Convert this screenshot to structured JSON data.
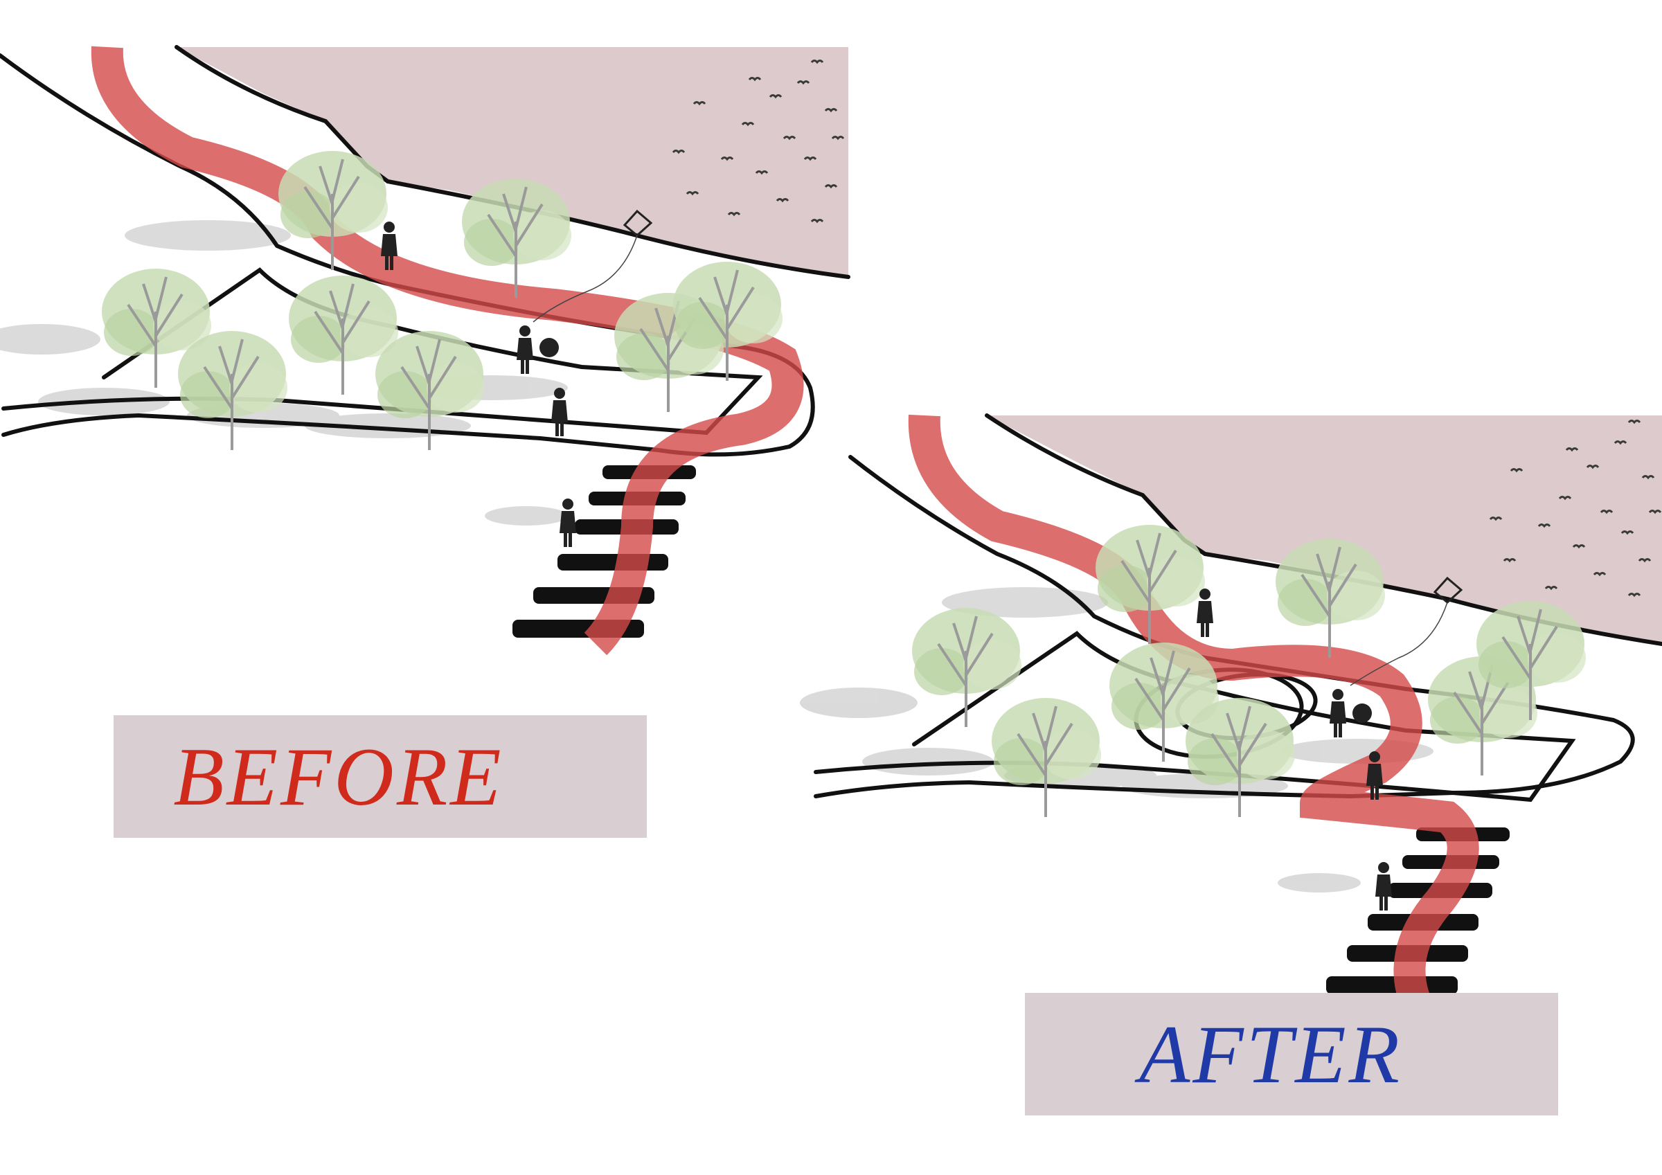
{
  "panels": {
    "before": {
      "label": "BEFORE"
    },
    "after": {
      "label": "AFTER"
    }
  },
  "colors": {
    "water": "#dccacc",
    "ribbon": "#d44a4a",
    "path_line": "#111111",
    "label_box": "#d9cfd2",
    "before_text": "#d02a1c",
    "after_text": "#1f3aa6",
    "tree_foliage": "#c8dcb4",
    "tree_trunk": "#9a9a9a",
    "shadow": "#bdbdbd"
  },
  "icons": [
    "tree-icon",
    "person-silhouette-icon",
    "kite-icon",
    "balloon-icon",
    "bird-flock-icon",
    "crosswalk-stripes"
  ]
}
